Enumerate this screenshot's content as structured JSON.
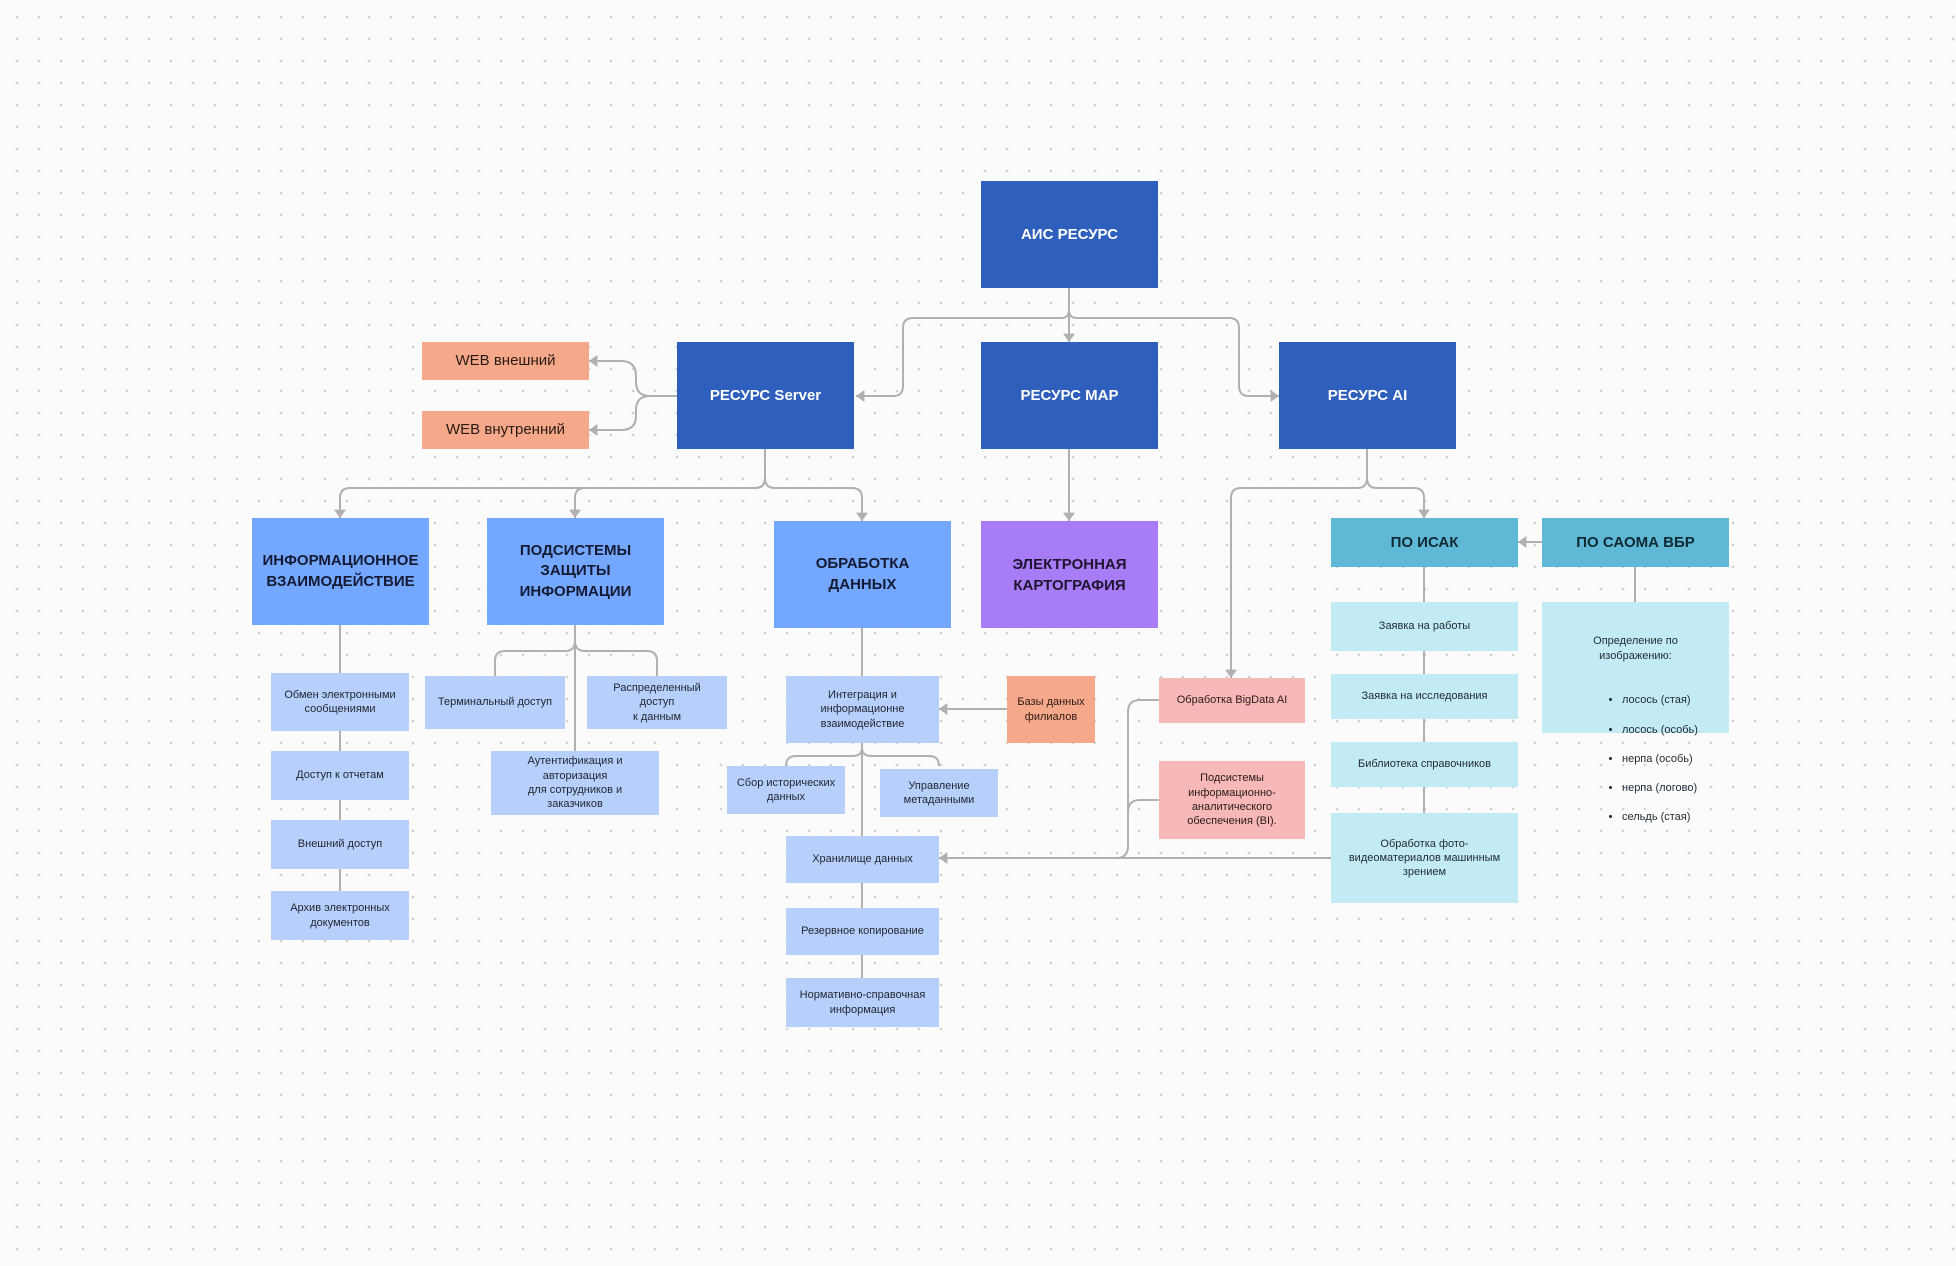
{
  "colors": {
    "dark_blue": "#2e5fbd",
    "mid_blue": "#74a7ff",
    "light_blue": "#b6d0fb",
    "purple": "#a87cf6",
    "orange": "#f6a98a",
    "pink": "#f7b8b8",
    "teal": "#5fb9d6",
    "cyan": "#c3ebf6",
    "connector": "#b0b0b0"
  },
  "nodes": {
    "ais_resurs": "АИС РЕСУРС",
    "resurs_server": "РЕСУРС Server",
    "resurs_map": "РЕСУРС MAP",
    "resurs_ai": "РЕСУРС AI",
    "web_external": "WEB внешний",
    "web_internal": "WEB внутренний",
    "info_interaction": "ИНФОРМАЦИОННОЕ\nВЗАИМОДЕЙСТВИЕ",
    "security_subsystems": "ПОДСИСТЕМЫ\nЗАЩИТЫ\nИНФОРМАЦИИ",
    "data_processing": "ОБРАБОТКА\nДАННЫХ",
    "e_cartography": "ЭЛЕКТРОННАЯ\nКАРТОГРАФИЯ",
    "po_isak": "ПО ИСАК",
    "po_saoma": "ПО САОМА ВБР",
    "msg_exchange": "Обмен электронными\nсообщениями",
    "reports_access": "Доступ к отчетам",
    "external_access": "Внешний доступ",
    "doc_archive": "Архив электронных\nдокументов",
    "terminal_access": "Терминальный доступ",
    "distributed_access": "Распределенный доступ\nк данным",
    "authentication": "Аутентификация и\nавторизация\nдля сотрудников и заказчиков",
    "integration": "Интеграция и\nинформационне\nвзаимодействие",
    "branch_db": "Базы данных\nфилиалов",
    "historical_data": "Сбор исторических\nданных",
    "metadata_mgmt": "Управление\nметаданными",
    "data_storage": "Хранилище данных",
    "backup": "Резервное копирование",
    "reference_info": "Нормативно-справочная\nинформация",
    "bigdata_ai": "Обработка BigData AI",
    "bi_subsystems": "Подсистемы\nинформационно-\nаналитического\nобеспечения (BI).",
    "work_request": "Заявка на работы",
    "research_request": "Заявка на исследования",
    "reference_library": "Библиотека справочников",
    "cv_processing": "Обработка фото-\nвидеоматериалов  машинным\nзрением",
    "image_detection": {
      "title": "Определение по изображению:",
      "items": [
        "лосось (стая)",
        "лосось (особь)",
        "нерпа (особь)",
        "нерпа (логово)",
        "сельдь (стая)"
      ]
    }
  }
}
